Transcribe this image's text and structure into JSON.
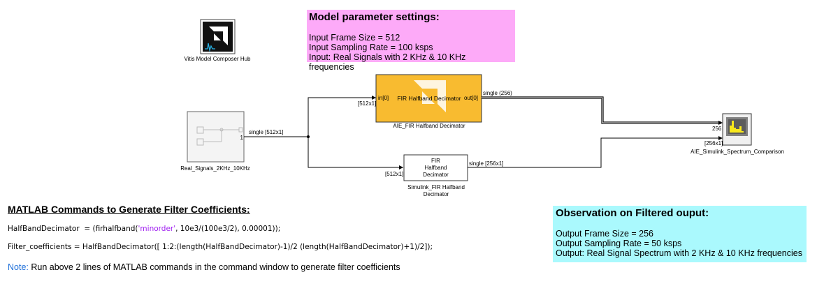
{
  "param_box": {
    "title": "Model parameter settings:",
    "lines": [
      "Input Frame Size = 512",
      "Input Sampling Rate = 100 ksps",
      "Input: Real Signals with 2 KHz & 10 KHz frequencies"
    ]
  },
  "observation_box": {
    "title": "Observation on Filtered ouput:",
    "lines": [
      "Output Frame Size = 256",
      "Output Sampling Rate = 50 ksps",
      "Output: Real Signal Spectrum with 2 KHz & 10 KHz frequencies"
    ]
  },
  "blocks": {
    "hub": {
      "label": "Vitis Model Composer Hub"
    },
    "source": {
      "label": "Real_Signals_2KHz_10KHz",
      "out_port": "1"
    },
    "aie": {
      "label": "AIE_FIR Halfband Decimator",
      "inner": "FIR Halfband Decimator",
      "in_port": "in[0]",
      "out_port": "out[0]"
    },
    "simulink_fir": {
      "label_line1": "Simulink_FIR Halfband",
      "label_line2": "Decimator",
      "inner1": "FIR",
      "inner2": "Halfband",
      "inner3": "Decimator"
    },
    "spectrum": {
      "label": "AIE_Simulink_Spectrum_Comparison",
      "in1": "256",
      "in2": "[256x1]"
    }
  },
  "signals": {
    "source_out": "single [512x1]",
    "aie_in_dim": "[512x1]",
    "aie_out": "single (256)",
    "sim_in_dim": "[512x1]",
    "sim_out": "single [256x1]"
  },
  "commands": {
    "title": "MATLAB Commands to Generate Filter Coefficients:",
    "line1_a": "HalfBandDecimator  = (firhalfband(",
    "line1_str": "'minorder'",
    "line1_b": ", 10e3/(100e3/2), 0.00001));",
    "line2": "Filter_coefficients = HalfBandDecimator([ 1:2:(length(HalfBandDecimator)-1)/2 (length(HalfBandDecimator)+1)/2]);",
    "note_tag": "Note:",
    "note_text": " Run above 2 lines of MATLAB commands in the command window to generate filter coefficients"
  },
  "colors": {
    "param_bg": "#fdaaf8",
    "obs_bg": "#aaf9fd",
    "aie_block": "#f8bb30",
    "note": "#1e6fd9",
    "string": "#a020f0"
  }
}
